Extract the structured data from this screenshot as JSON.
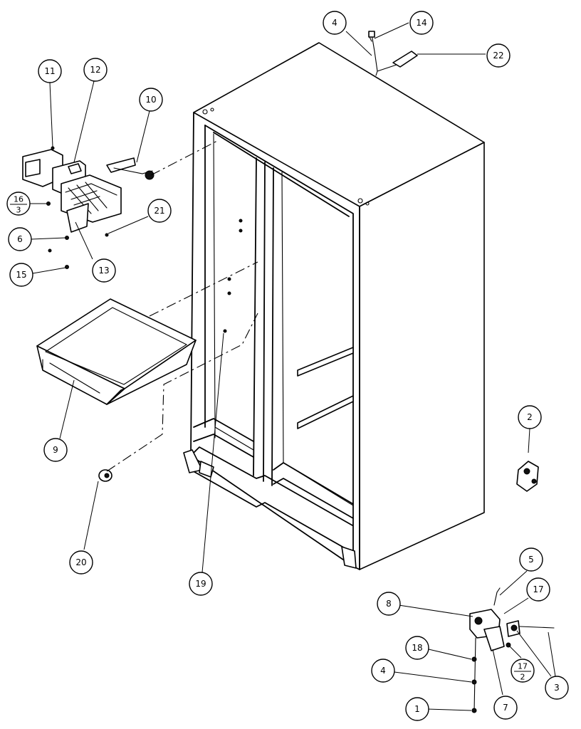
{
  "callouts": [
    {
      "id": "c11",
      "label": "11"
    },
    {
      "id": "c12",
      "label": "12"
    },
    {
      "id": "c10",
      "label": "10"
    },
    {
      "id": "c16",
      "label": "16"
    },
    {
      "id": "c16sub",
      "label": "3"
    },
    {
      "id": "c6",
      "label": "6"
    },
    {
      "id": "c15",
      "label": "15"
    },
    {
      "id": "c13",
      "label": "13"
    },
    {
      "id": "c21",
      "label": "21"
    },
    {
      "id": "c4a",
      "label": "4"
    },
    {
      "id": "c14",
      "label": "14"
    },
    {
      "id": "c22",
      "label": "22"
    },
    {
      "id": "c9",
      "label": "9"
    },
    {
      "id": "c20",
      "label": "20"
    },
    {
      "id": "c19",
      "label": "19"
    },
    {
      "id": "c2a",
      "label": "2"
    },
    {
      "id": "c5",
      "label": "5"
    },
    {
      "id": "c8",
      "label": "8"
    },
    {
      "id": "c17",
      "label": "17"
    },
    {
      "id": "c18",
      "label": "18"
    },
    {
      "id": "c4b",
      "label": "4"
    },
    {
      "id": "c1",
      "label": "1"
    },
    {
      "id": "c17b",
      "label": "17"
    },
    {
      "id": "c2b",
      "label": "2"
    },
    {
      "id": "c7",
      "label": "7"
    },
    {
      "id": "c3",
      "label": "3"
    }
  ]
}
